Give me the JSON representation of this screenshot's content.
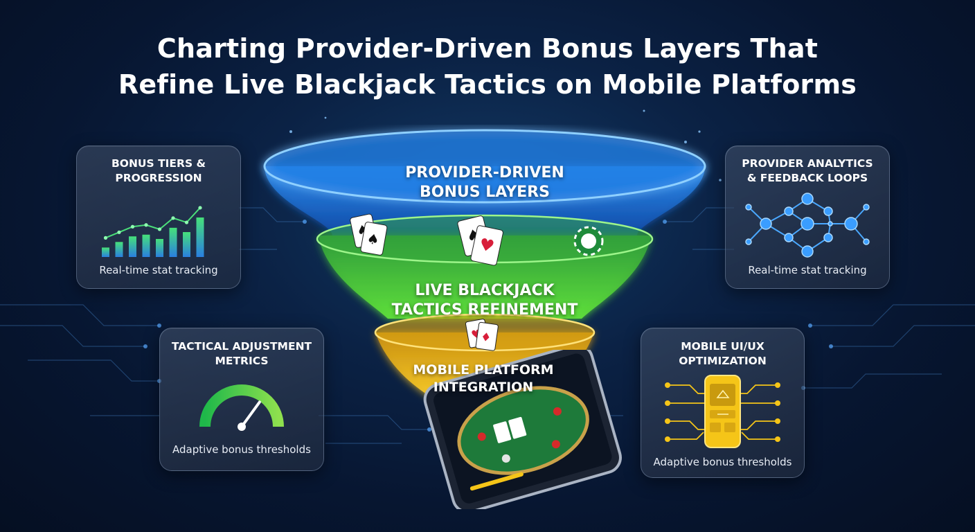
{
  "title": {
    "line1": "Charting Provider-Driven Bonus Layers That",
    "line2": "Refine Live Blackjack Tactics on Mobile Platforms"
  },
  "funnel": {
    "layers": [
      {
        "line1": "PROVIDER-DRIVEN",
        "line2": "BONUS LAYERS",
        "color": "#1e88e5"
      },
      {
        "line1": "LIVE BLACKJACK",
        "line2": "TACTICS REFINEMENT",
        "color": "#43c22b"
      },
      {
        "line1": "MOBILE PLATFORM",
        "line2": "INTEGRATION",
        "color": "#f0b81c"
      }
    ]
  },
  "panels": {
    "bonus_tiers": {
      "line1": "BONUS TIERS &",
      "line2": "PROGRESSION",
      "caption": "Real-time stat tracking",
      "bar_levels": [
        0.22,
        0.35,
        0.48,
        0.52,
        0.42,
        0.68,
        0.58,
        0.92
      ]
    },
    "provider_analytics": {
      "line1": "PROVIDER ANALYTICS",
      "line2": "& FEEDBACK LOOPS",
      "caption": "Real-time stat tracking"
    },
    "tactical_adjustment": {
      "line1": "TACTICAL ADJUSTMENT",
      "line2": "METRICS",
      "caption": "Adaptive bonus thresholds",
      "gauge_level": 0.7
    },
    "mobile_ui": {
      "line1": "MOBILE UI/UX",
      "line2": "OPTIMIZATION",
      "caption": "Adaptive bonus thresholds"
    }
  },
  "colors": {
    "accent_blue": "#3aa0ff",
    "accent_green": "#35d35a",
    "accent_yellow": "#f5c518"
  }
}
